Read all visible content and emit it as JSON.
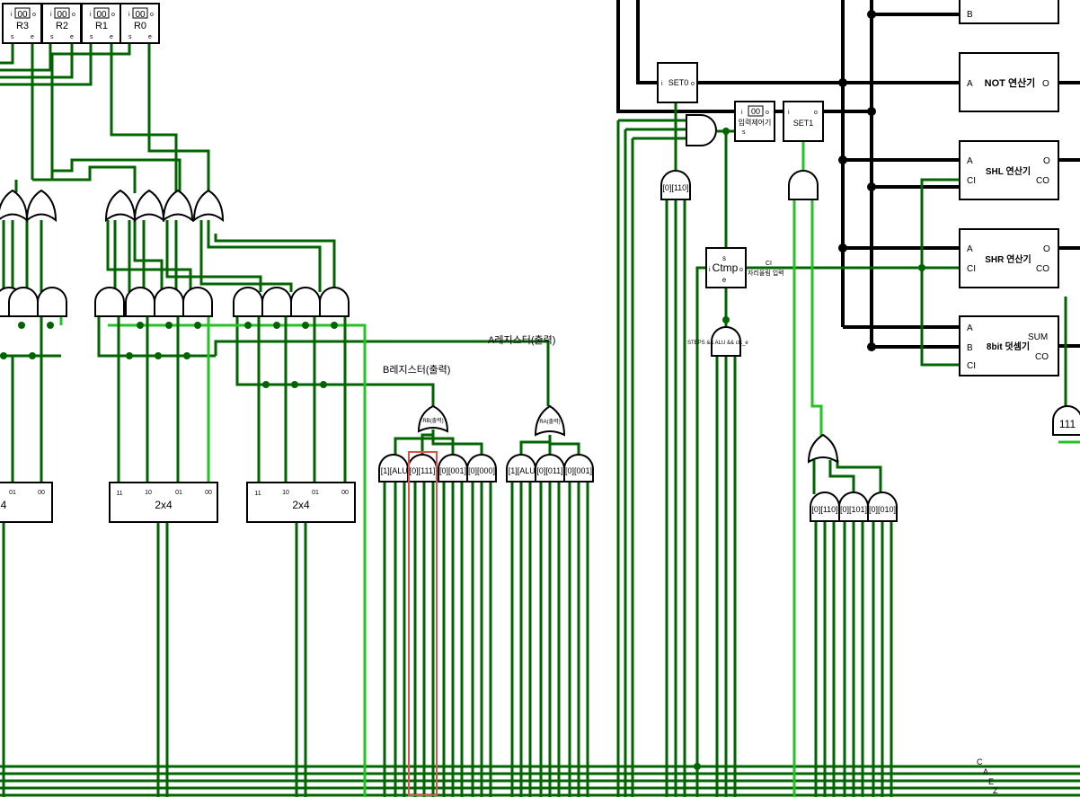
{
  "registers": [
    {
      "name": "R3",
      "value": "00",
      "ports": {
        "i": "i",
        "o": "o",
        "s": "s",
        "e": "e"
      }
    },
    {
      "name": "R2",
      "value": "00",
      "ports": {
        "i": "i",
        "o": "o",
        "s": "s",
        "e": "e"
      }
    },
    {
      "name": "R1",
      "value": "00",
      "ports": {
        "i": "i",
        "o": "o",
        "s": "s",
        "e": "e"
      }
    },
    {
      "name": "R0",
      "value": "00",
      "ports": {
        "i": "i",
        "o": "o",
        "s": "s",
        "e": "e"
      }
    }
  ],
  "decoders": [
    {
      "label": "4",
      "outputs": [
        "01",
        "00"
      ]
    },
    {
      "label": "2x4",
      "outputs": [
        "11",
        "10",
        "01",
        "00"
      ]
    },
    {
      "label": "2x4",
      "outputs": [
        "11",
        "10",
        "01",
        "00"
      ]
    }
  ],
  "bus_labels": {
    "a_register": "A레지스터(출력)",
    "b_register": "B레지스터(출력)"
  },
  "or_labels": {
    "rb": "RB(출력)",
    "ra": "RA(출력)"
  },
  "b_gates": [
    "[1][ALU]",
    "[0][111]",
    "[0][001]",
    "[0][000]"
  ],
  "a_gates": [
    "[1][ALU]",
    "[0][011]",
    "[0][001]"
  ],
  "right_gates": [
    "[0][110]",
    "[0][101]",
    "[0][010]"
  ],
  "set0": {
    "label": "SET0",
    "i": "i",
    "o": "o"
  },
  "set1": {
    "label": "SET1",
    "i": "i",
    "o": "o"
  },
  "gate_110": "[0][110]",
  "input_ctrl": {
    "label": "입력제어기",
    "value": "00",
    "i": "i",
    "o": "o",
    "s": "s"
  },
  "ctmp": {
    "label": "Ctmp",
    "s": "s",
    "e": "e",
    "o": "o",
    "i": "i"
  },
  "ci_label": "CI",
  "carry_label": "자리올림 입력",
  "steps_label": "STEPS && ALU && clk_e",
  "alu_units": [
    {
      "name": "",
      "ports_left": [
        "B"
      ],
      "ports_right": []
    },
    {
      "name": "NOT 연산기",
      "ports_left": [
        "A"
      ],
      "ports_right": [
        "O"
      ]
    },
    {
      "name": "SHL 연산기",
      "ports_left": [
        "A",
        "CI"
      ],
      "ports_right": [
        "O",
        "CO"
      ]
    },
    {
      "name": "SHR 연산기",
      "ports_left": [
        "A",
        "CI"
      ],
      "ports_right": [
        "O",
        "CO"
      ]
    },
    {
      "name": "8bit 덧셈기",
      "ports_left": [
        "A",
        "B",
        "CI"
      ],
      "ports_right": [
        "SUM",
        "CO"
      ]
    }
  ],
  "gate_111": "111",
  "bus_bottom_labels": [
    "C",
    "A",
    "E",
    "Z"
  ],
  "colors": {
    "dark_wire": "#006400",
    "light_wire": "#22c322",
    "bus": "#000000",
    "highlight": "#d9534f"
  }
}
